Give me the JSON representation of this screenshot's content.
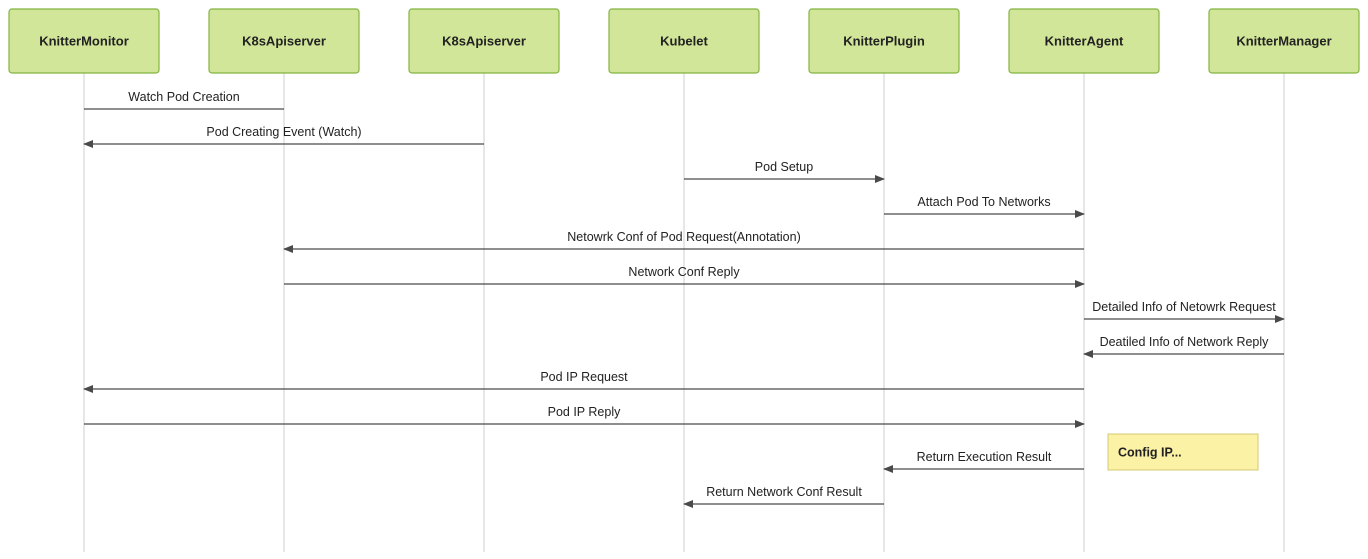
{
  "colors": {
    "actor_fill": "#d2e699",
    "actor_border": "#82b441",
    "note_fill": "#fbf2a6",
    "line": "#4a4a4a"
  },
  "actors": [
    {
      "id": "knittermonitor",
      "label": "KnitterMonitor"
    },
    {
      "id": "k8sapiserver-1",
      "label": "K8sApiserver"
    },
    {
      "id": "k8sapiserver-2",
      "label": "K8sApiserver"
    },
    {
      "id": "kubelet",
      "label": "Kubelet"
    },
    {
      "id": "knitterplugin",
      "label": "KnitterPlugin"
    },
    {
      "id": "knitteragent",
      "label": "KnitterAgent"
    },
    {
      "id": "knittermanager",
      "label": "KnitterManager"
    }
  ],
  "messages": [
    {
      "from": 0,
      "to": 1,
      "label": "Watch Pod Creation",
      "arrow": false
    },
    {
      "from": 2,
      "to": 0,
      "label": "Pod Creating Event (Watch)",
      "arrow": true
    },
    {
      "from": 3,
      "to": 4,
      "label": "Pod Setup",
      "arrow": true
    },
    {
      "from": 4,
      "to": 5,
      "label": "Attach Pod To Networks",
      "arrow": true
    },
    {
      "from": 5,
      "to": 1,
      "label": "Netowrk Conf of Pod Request(Annotation)",
      "arrow": true
    },
    {
      "from": 1,
      "to": 5,
      "label": "Network Conf Reply",
      "arrow": true
    },
    {
      "from": 5,
      "to": 6,
      "label": "Detailed Info of Netowrk Request",
      "arrow": true
    },
    {
      "from": 6,
      "to": 5,
      "label": "Deatiled Info of Network Reply",
      "arrow": true
    },
    {
      "from": 5,
      "to": 0,
      "label": "Pod IP Request",
      "arrow": true
    },
    {
      "from": 0,
      "to": 5,
      "label": "Pod IP Reply",
      "arrow": true
    },
    {
      "from": 5,
      "to": 4,
      "label": "Return Execution Result",
      "arrow": true
    },
    {
      "from": 4,
      "to": 3,
      "label": "Return Network Conf Result",
      "arrow": true
    }
  ],
  "note": {
    "label": "Config IP...",
    "actor": 5,
    "after_message": 9
  }
}
